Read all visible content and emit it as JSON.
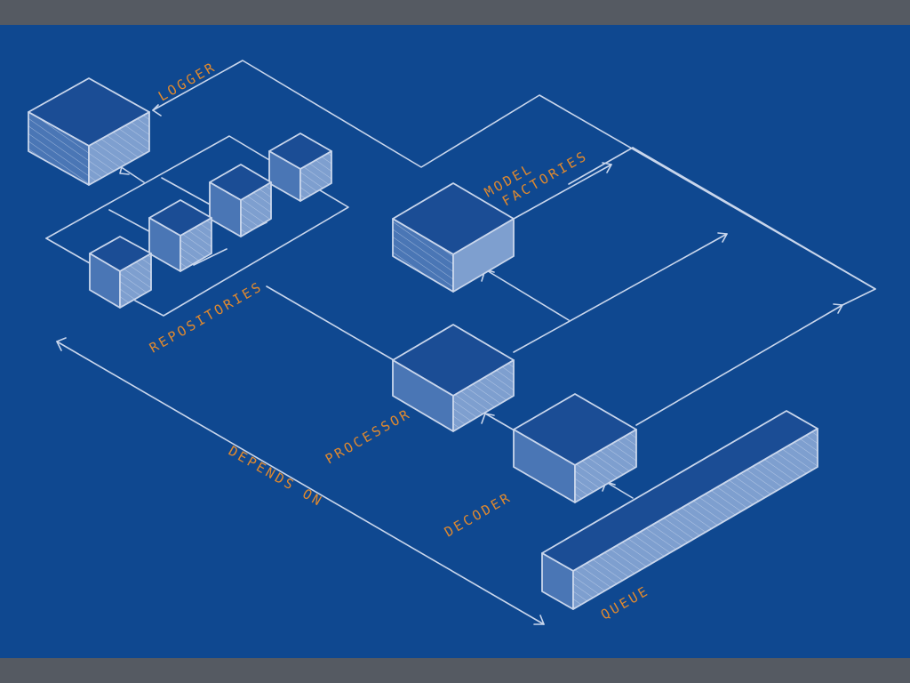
{
  "colors": {
    "frame": "#555a62",
    "blueprint": "#0f4890",
    "line": "#c9d6ec",
    "label": "#e0892e"
  },
  "labels": {
    "logger": "LOGGER",
    "model_factories_line1": "MODEL",
    "model_factories_line2": "FACTORIES",
    "repositories": "REPOSITORIES",
    "processor": "PROCESSOR",
    "decoder": "DECODER",
    "depends_on": "DEPENDS ON",
    "queue": "QUEUE"
  }
}
